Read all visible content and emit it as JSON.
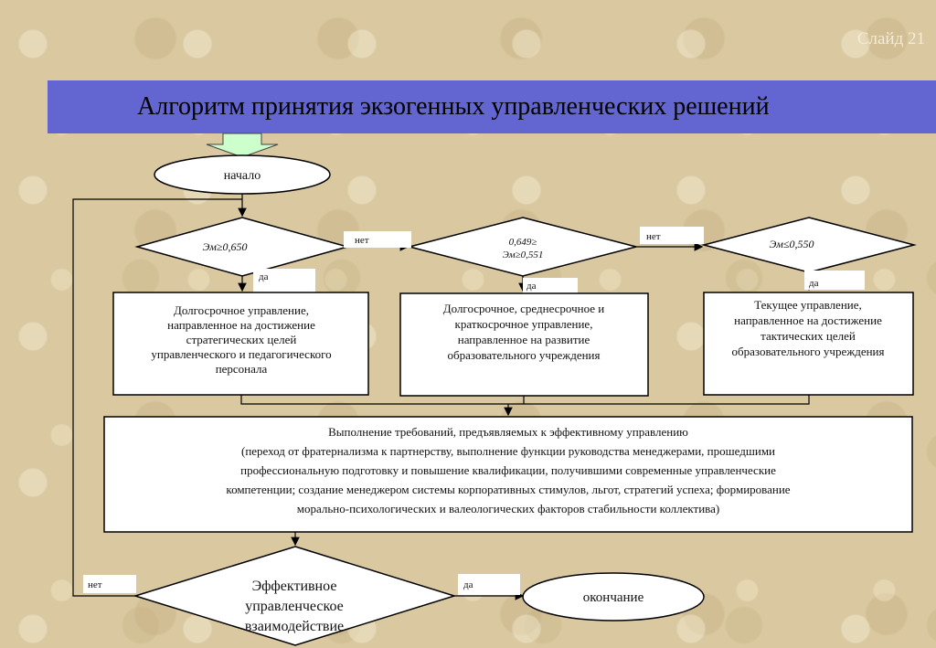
{
  "slide_number": "Слайд 21",
  "title": "Алгоритм принятия экзогенных управленческих решений",
  "colors": {
    "banner": "#6366d1",
    "arrow": "#ccffcc",
    "background": "#d9c8a0"
  },
  "nodes": {
    "start": "начало",
    "cond1": "Эм≥0,650",
    "cond2_line1": "0,649≥",
    "cond2_line2": "Эм≥0,551",
    "cond3": "Эм≤0,550",
    "box1": [
      "Долгосрочное управление,",
      "направленное на достижение",
      "стратегических целей",
      "управленческого и педагогического",
      "персонала"
    ],
    "box2": [
      "Долгосрочное, среднесрочное и",
      "краткосрочное  управление,",
      "направленное на развитие",
      "образовательного учреждения"
    ],
    "box3": [
      "Текущее управление,",
      "направленное на достижение",
      "тактических целей",
      "образовательного учреждения"
    ],
    "main_box": [
      "Выполнение требований, предъявляемых к эффективному управлению",
      "(переход от фратернализма к партнерству, выполнение функции руководства менеджерами, прошедшими",
      "профессиональную подготовку и повышение квалификации, получившими современные управленческие",
      "компетенции; создание менеджером системы корпоративных стимулов, льгот, стратегий успеха; формирование",
      "морально-психологических и валеологических факторов стабильности коллектива)"
    ],
    "decision": [
      "Эффективное",
      "управленческое",
      "взаимодействие"
    ],
    "end": "окончание"
  },
  "labels": {
    "no": "нет",
    "yes": "да"
  }
}
